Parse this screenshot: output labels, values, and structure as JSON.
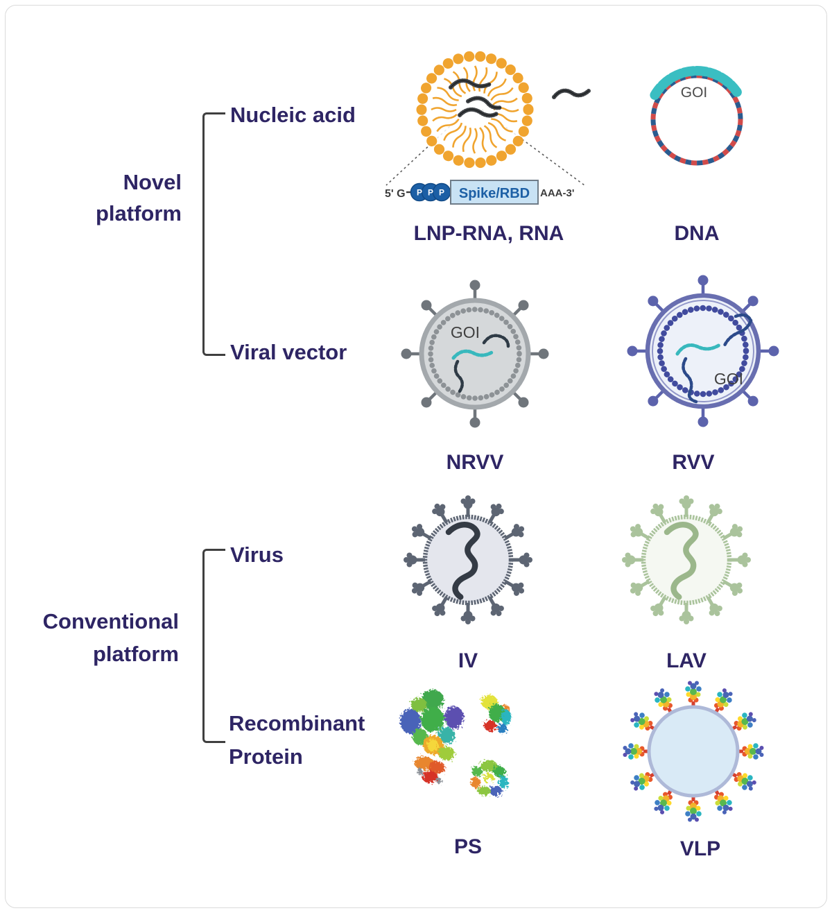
{
  "groups": {
    "novel": {
      "line1": "Novel",
      "line2": "platform"
    },
    "conventional": {
      "line1": "Conventional",
      "line2": "platform"
    }
  },
  "branches": {
    "nucleic_acid": "Nucleic acid",
    "viral_vector": "Viral vector",
    "virus": "Virus",
    "recombinant_line1": "Recombinant",
    "recombinant_line2": "Protein"
  },
  "construct": {
    "five_prime": "5' G",
    "p1": "P",
    "p2": "P",
    "p3": "P",
    "gene": "Spike/RBD",
    "three_prime": "AAA-3'"
  },
  "items": {
    "lnp": {
      "label": "LNP-RNA, RNA"
    },
    "dna": {
      "label": "DNA",
      "goi": "GOI"
    },
    "nrvv": {
      "label": "NRVV",
      "goi": "GOI"
    },
    "rvv": {
      "label": "RVV",
      "goi": "GOI"
    },
    "iv": {
      "label": "IV"
    },
    "lav": {
      "label": "LAV"
    },
    "ps": {
      "label": "PS"
    },
    "vlp": {
      "label": "VLP"
    }
  },
  "colors": {
    "label_text": "#2e2564",
    "bracket": "#3f3f3f",
    "lnp_orange": "#f0a42f",
    "rna_dark": "#3f4246",
    "phosphate_blue": "#1c5fa5",
    "gene_box_fill": "#c8e2f4",
    "dna_red": "#d14b4a",
    "dna_blue": "#2a5b8f",
    "goi_teal": "#3abec2",
    "nrvv_gray": "#9ba1a5",
    "rvv_indigo": "#5c63ac",
    "iv_gray": "#5d6573",
    "lav_green": "#9cb98b",
    "vlp_body_blue": "#d9eaf6"
  }
}
